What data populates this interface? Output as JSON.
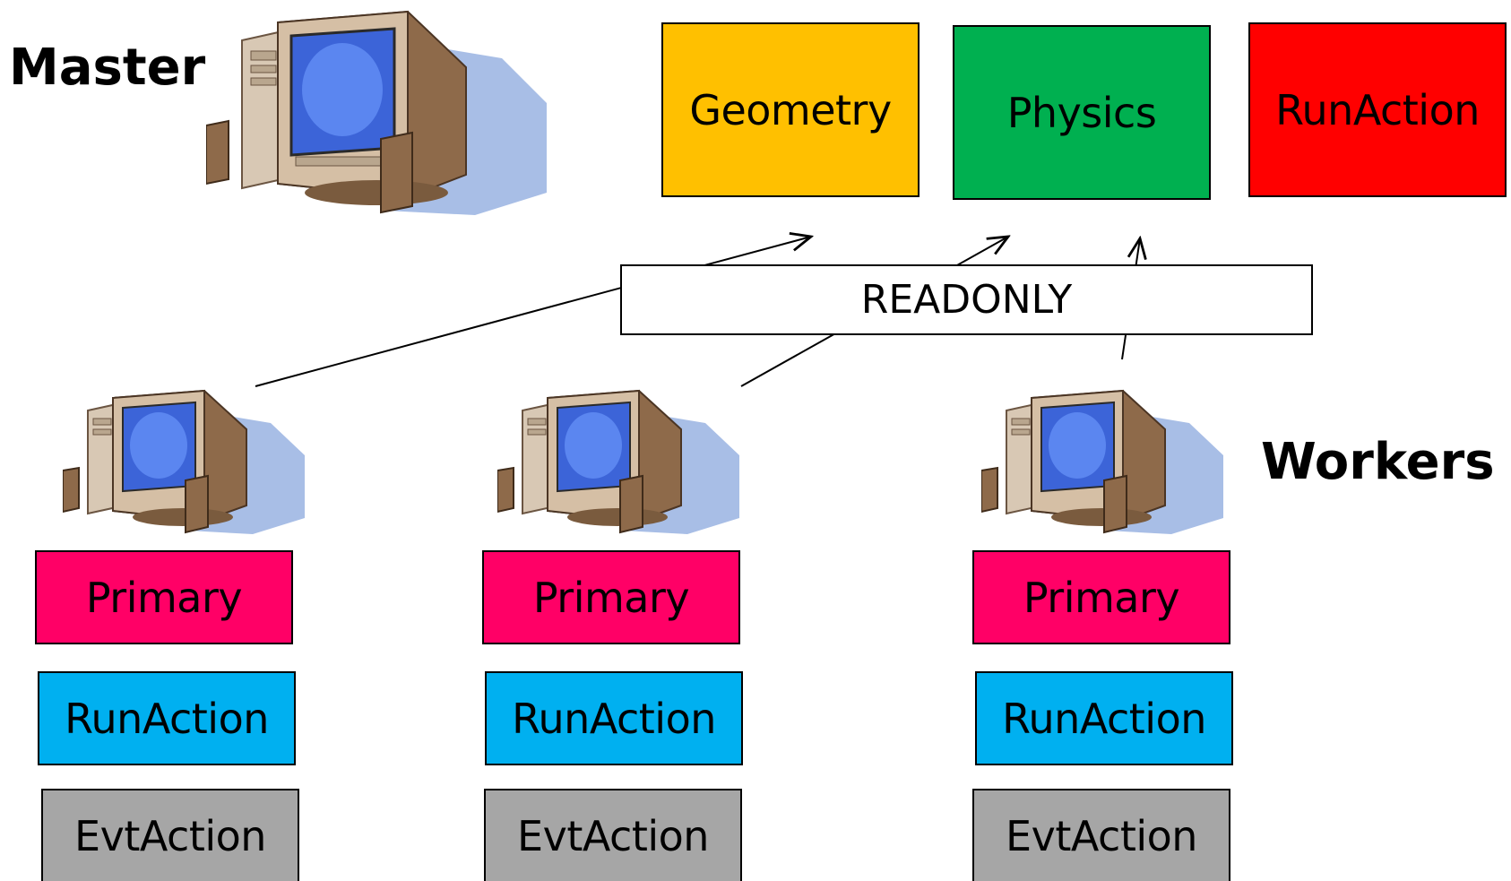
{
  "master": {
    "label": "Master",
    "boxes": {
      "geometry": "Geometry",
      "physics": "Physics",
      "runaction": "RunAction"
    },
    "colors": {
      "geometry": "#FFC000",
      "physics": "#00B050",
      "runaction": "#FF0000"
    }
  },
  "shared": {
    "readonly": "READONLY"
  },
  "workers": {
    "label": "Workers",
    "columns": [
      {
        "primary": "Primary",
        "runaction": "RunAction",
        "evtaction": "EvtAction"
      },
      {
        "primary": "Primary",
        "runaction": "RunAction",
        "evtaction": "EvtAction"
      },
      {
        "primary": "Primary",
        "runaction": "RunAction",
        "evtaction": "EvtAction"
      }
    ],
    "colors": {
      "primary": "#FF0066",
      "runaction": "#00B0F0",
      "evtaction": "#A6A6A6"
    }
  },
  "icons": {
    "master_computer": "desktop-computer-icon",
    "worker_computer": "desktop-computer-icon"
  }
}
